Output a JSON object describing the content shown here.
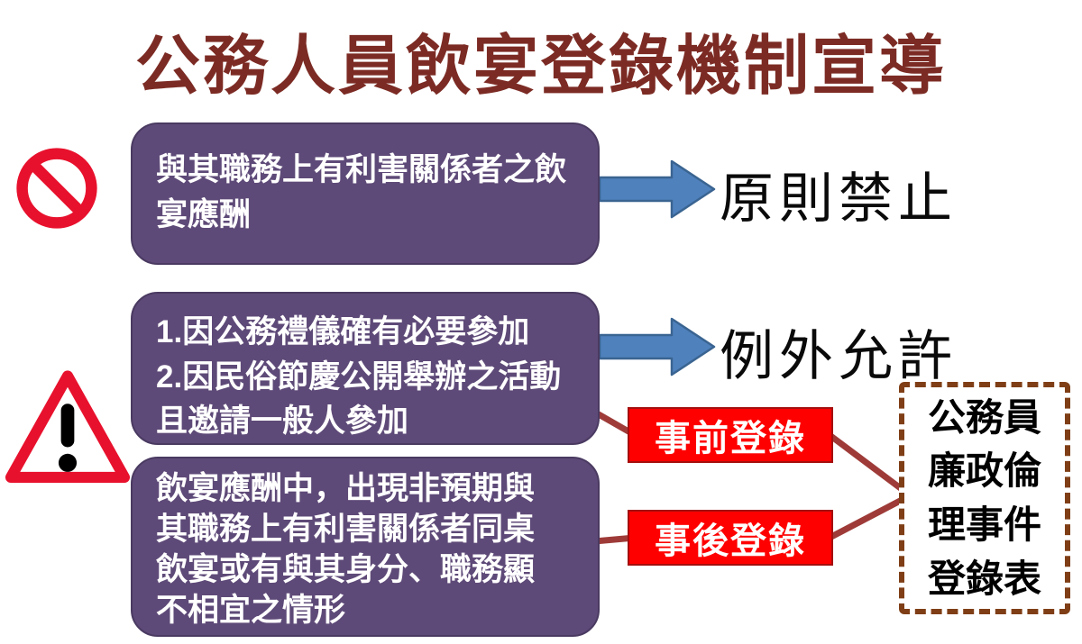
{
  "title": "公務人員飲宴登錄機制宣導",
  "flow": {
    "box1": {
      "lines": [
        "與其職務上有利害關係者之飲",
        "宴應酬"
      ]
    },
    "result1": "原則禁止",
    "box2": {
      "lines": [
        "1.因公務禮儀確有必要參加",
        "2.因民俗節慶公開舉辦之活動",
        "且邀請一般人參加"
      ]
    },
    "result2": "例外允許",
    "box3": {
      "lines": [
        "飲宴應酬中，出現非預期與",
        "其職務上有利害關係者同桌",
        "飲宴或有與其身分、職務顯",
        "不相宜之情形"
      ]
    },
    "register_before": "事前登錄",
    "register_after": "事後登錄",
    "form": {
      "lines": [
        "公務員",
        "廉政倫",
        "理事件",
        "登錄表"
      ]
    }
  },
  "icons": {
    "no_entry": "no-entry-sign",
    "warning": "warning-triangle",
    "arrows": "right-block-arrow"
  },
  "colors": {
    "title_color": "#7C2B24",
    "purple_box": "#5E4A78",
    "arrow_blue": "#4F81BD",
    "register_red": "#FE0000",
    "connector": "#9E3B38",
    "form_border": "#7F3E16",
    "alert_red": "#E8112D"
  }
}
